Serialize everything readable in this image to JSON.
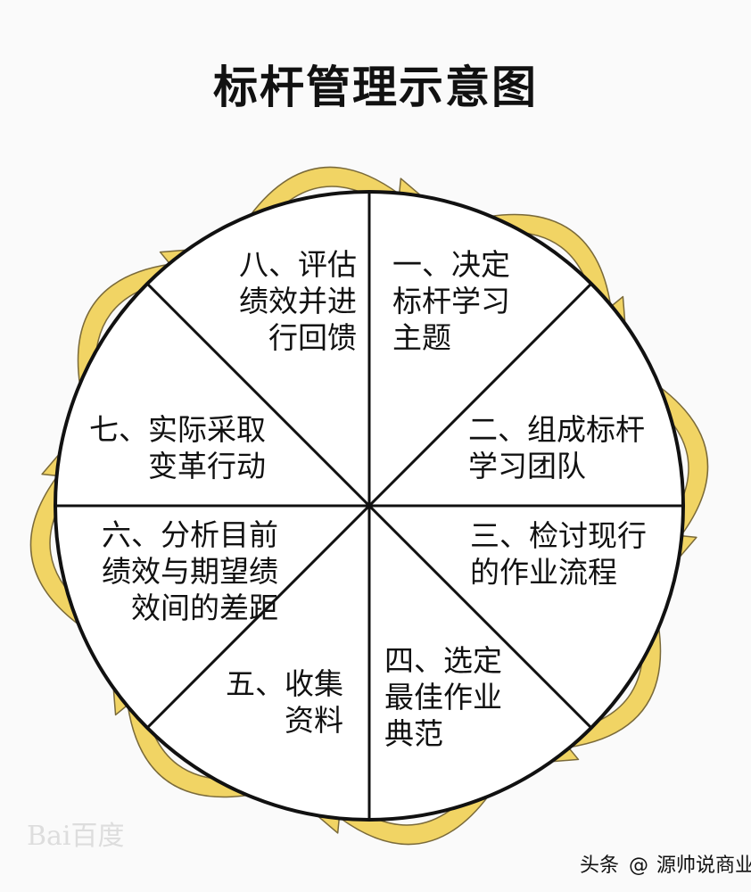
{
  "title": "标杆管理示意图",
  "colors": {
    "arrow_fill": "#F1D464",
    "arrow_stroke": "#7A6A3A",
    "line": "#111111",
    "background": "#FAFAFA"
  },
  "steps": [
    {
      "lines": [
        "一、决定",
        "标杆学习",
        "主题"
      ]
    },
    {
      "lines": [
        "二、组成标杆",
        "学习团队"
      ]
    },
    {
      "lines": [
        "三、检讨现行",
        "的作业流程"
      ]
    },
    {
      "lines": [
        "四、选定",
        "最佳作业",
        "典范"
      ]
    },
    {
      "lines": [
        "五、收集",
        "资料"
      ]
    },
    {
      "lines": [
        "六、分析目前",
        "绩效与期望绩",
        "效间的差距"
      ]
    },
    {
      "lines": [
        "七、实际采取",
        "变革行动"
      ]
    },
    {
      "lines": [
        "八、评估",
        "绩效并进",
        "行回馈"
      ]
    }
  ],
  "watermarks": {
    "baidu": "Bai百度",
    "platform": "头条",
    "at": "@",
    "author": "源帅说商业"
  }
}
